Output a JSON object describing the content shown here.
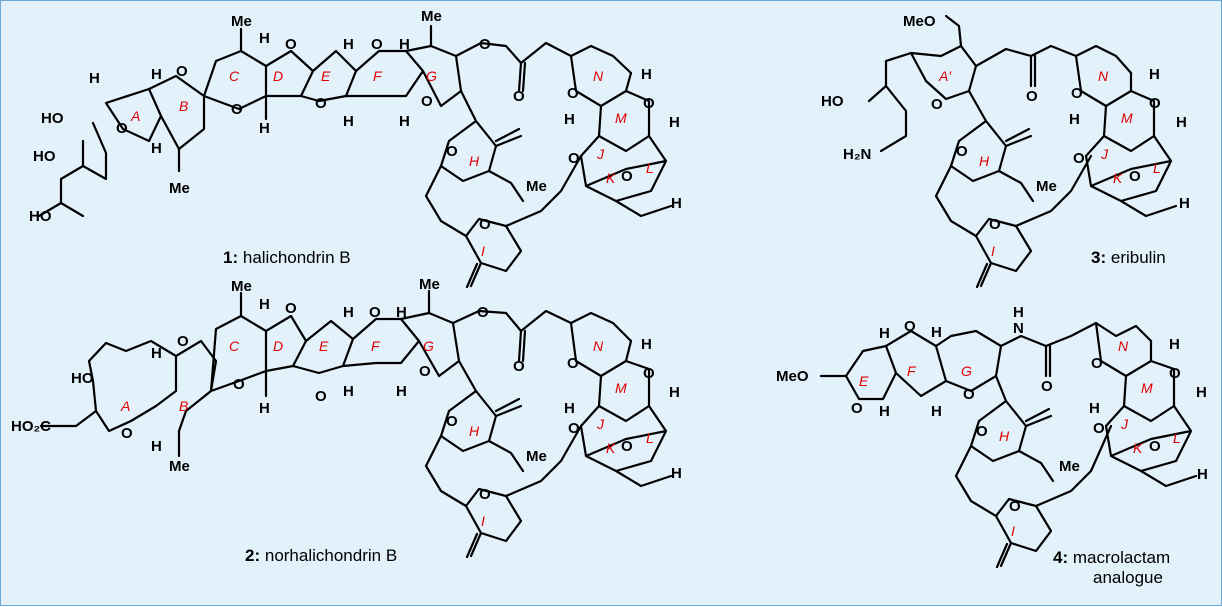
{
  "compounds": [
    {
      "number": "1:",
      "name": "halichondrin B"
    },
    {
      "number": "2:",
      "name": "norhalichondrin B"
    },
    {
      "number": "3:",
      "name": "eribulin"
    },
    {
      "number": "4:",
      "name": "macrolactam",
      "name2": "analogue"
    }
  ],
  "atoms": {
    "H": "H",
    "O": "O",
    "N": "N",
    "Me": "Me",
    "HO": "HO",
    "MeO": "MeO",
    "H2N": "H₂N",
    "HO2C": "HO₂C"
  },
  "rings": {
    "A": "A",
    "A_prime": "A′",
    "B": "B",
    "C": "C",
    "D": "D",
    "E": "E",
    "F": "F",
    "G": "G",
    "H": "H",
    "I": "I",
    "J": "J",
    "K": "K",
    "L": "L",
    "M": "M",
    "N": "N"
  },
  "colors": {
    "background": "#e3f1fb",
    "border": "#6aa9d6",
    "ring_label": "#e00000",
    "bond": "#000000"
  }
}
